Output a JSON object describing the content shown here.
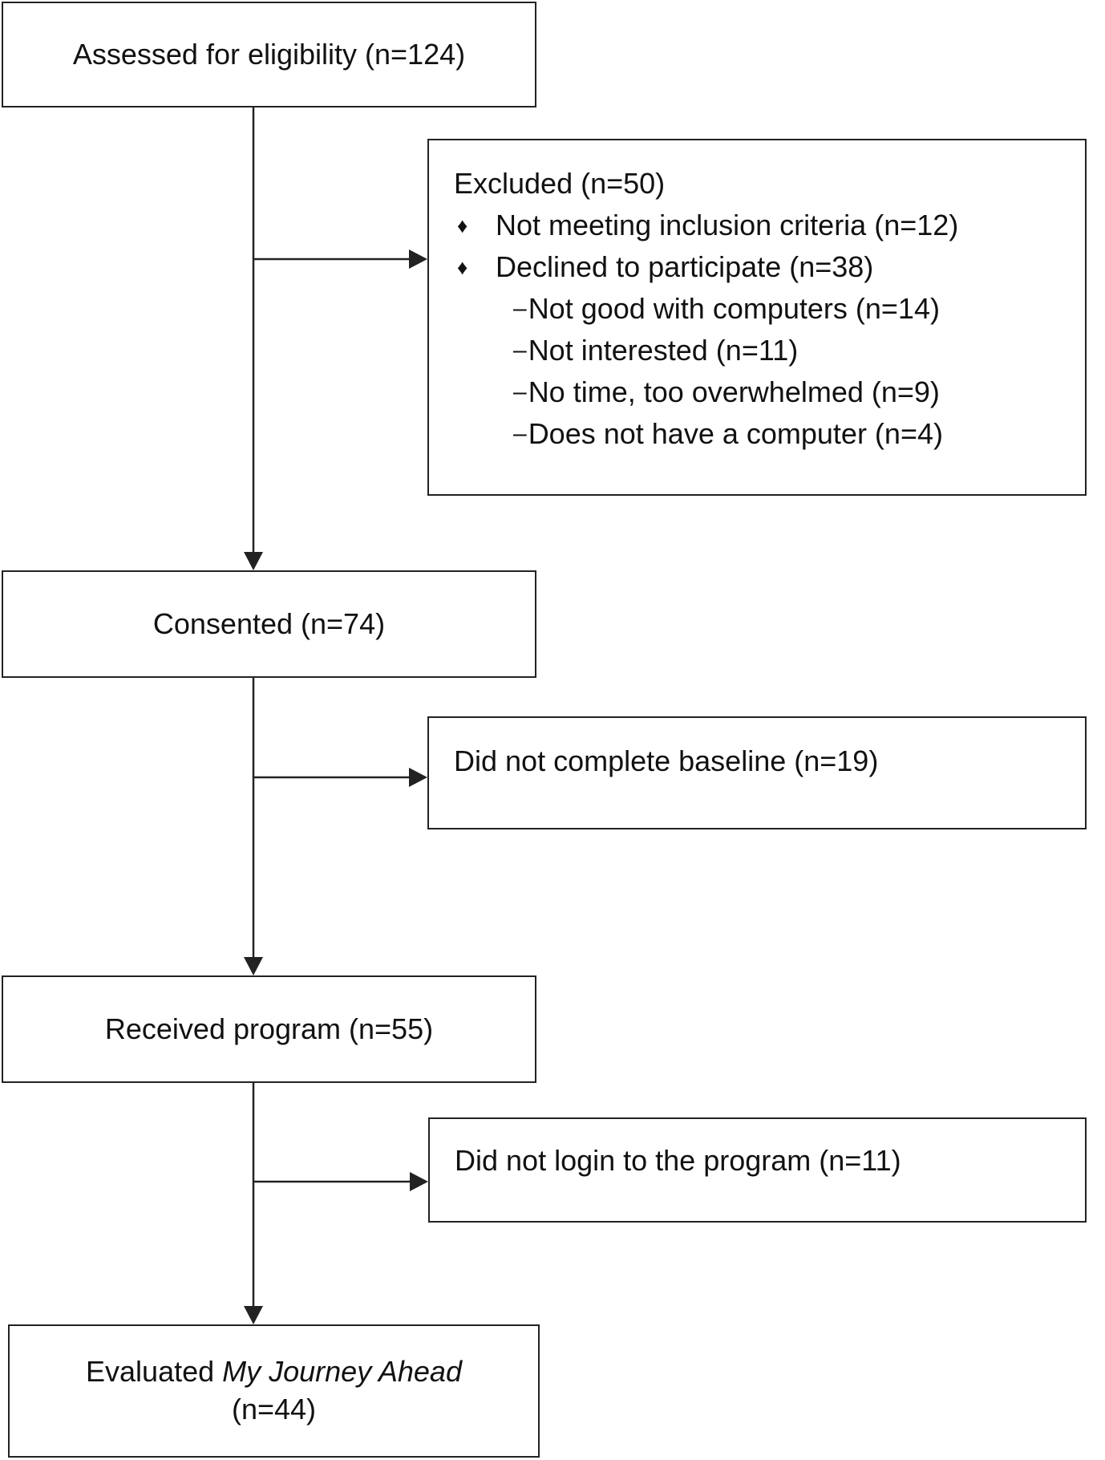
{
  "nodes": {
    "assessed": "Assessed for eligibility (n=124)",
    "excluded": {
      "title": "Excluded (n=50)",
      "bullets": [
        "Not meeting inclusion criteria (n=12)",
        "Declined to participate (n=38)"
      ],
      "bullet_symbol": "♦",
      "sub_symbol": "–",
      "sub_items": [
        "Not good with computers (n=14)",
        "Not interested (n=11)",
        "No time, too overwhelmed (n=9)",
        "Does not have a computer (n=4)"
      ]
    },
    "consented": "Consented (n=74)",
    "no_baseline": "Did not complete baseline (n=19)",
    "received": "Received program (n=55)",
    "no_login": "Did not login to the program (n=11)",
    "evaluated": {
      "prefix": "Evaluated ",
      "program_name": "My Journey Ahead",
      "count": "(n=44)"
    }
  },
  "colors": {
    "line": "#222222",
    "text": "#111111",
    "background": "#ffffff"
  }
}
